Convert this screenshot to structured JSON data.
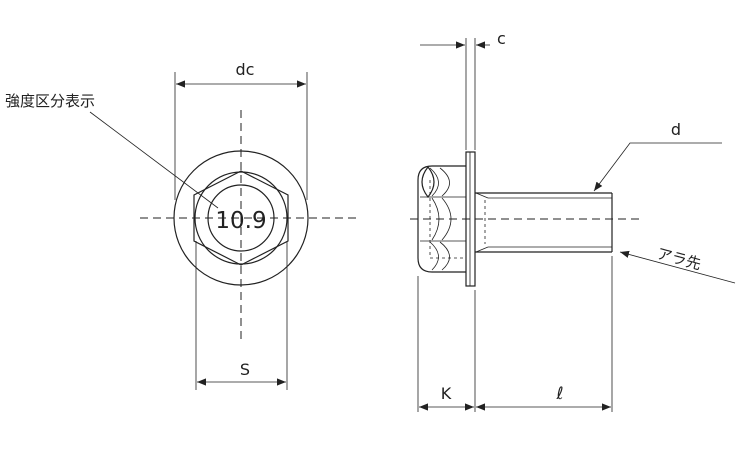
{
  "labels": {
    "strength_marking": "強度区分表示",
    "grade": "10.9",
    "dc": "dc",
    "s": "S",
    "c": "c",
    "d": "d",
    "ara_saki": "アラ先",
    "k": "K",
    "length": "ℓ"
  },
  "colors": {
    "line": "#222222",
    "background": "#ffffff"
  }
}
